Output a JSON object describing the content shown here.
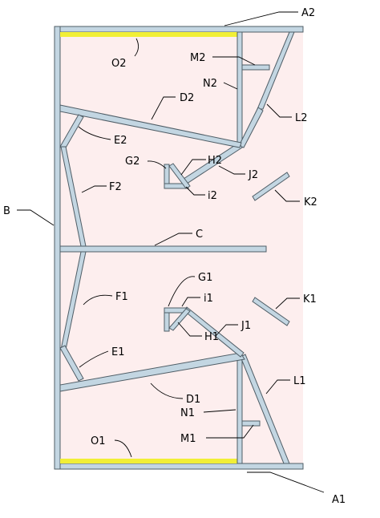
{
  "colors": {
    "background": "#ffffff",
    "panel_fill": "#fdeeee",
    "frame_fill": "#c3d6e2",
    "frame_stroke": "#4f5d66",
    "highlight_bar": "#f1ef36",
    "label_text": "#000000"
  },
  "labels": {
    "A1": "A1",
    "A2": "A2",
    "B": "B",
    "C": "C",
    "D1": "D1",
    "D2": "D2",
    "E1": "E1",
    "E2": "E2",
    "F1": "F1",
    "F2": "F2",
    "G1": "G1",
    "G2": "G2",
    "H1": "H1",
    "H2": "H2",
    "i1": "i1",
    "i2": "i2",
    "J1": "J1",
    "J2": "J2",
    "K1": "K1",
    "K2": "K2",
    "L1": "L1",
    "L2": "L2",
    "M1": "M1",
    "M2": "M2",
    "N1": "N1",
    "N2": "N2",
    "O1": "O1",
    "O2": "O2"
  }
}
